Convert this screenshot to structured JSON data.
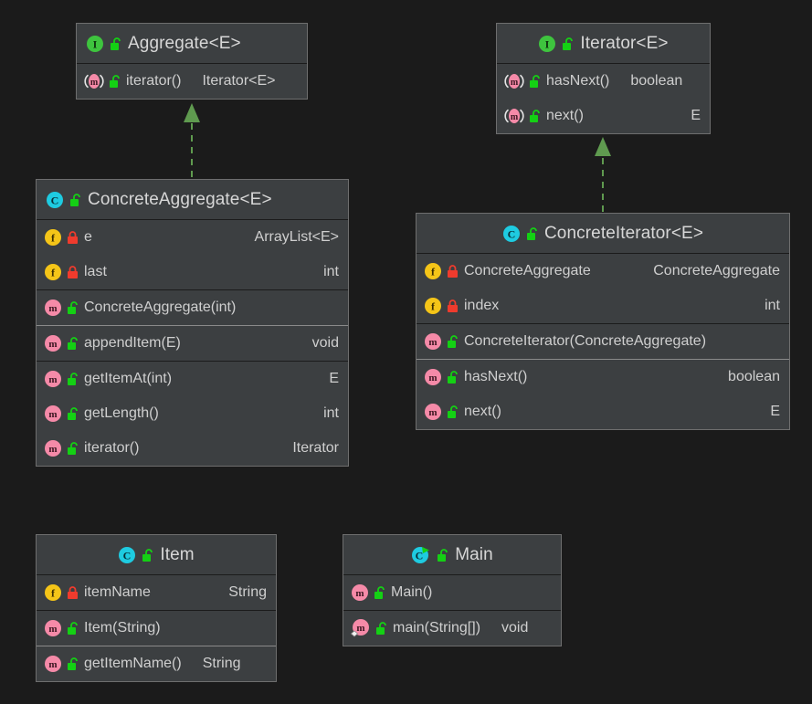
{
  "canvas": {
    "background": "#1b1b1b",
    "box_fill": "#3c3f41",
    "box_border": "#6e6e6e",
    "text_color": "#cfcfcf",
    "edge_color": "#5f9a4f",
    "interface_icon_color": "#3ec43e",
    "class_icon_color": "#1ecbe1",
    "field_icon_color": "#f5c518",
    "method_icon_color": "#f58aa8",
    "lock_private_color": "#ef3b2d",
    "lock_public_color": "#14d014"
  },
  "classes": [
    {
      "id": "aggregate",
      "name": "Aggregate<E>",
      "kind_icon": "interface-icon",
      "visibility_icon": "unlock-icon",
      "header_align": "left",
      "sections": [
        {
          "divider": "strong",
          "rows": [
            {
              "kind_icon": "abstract-method-icon",
              "visibility_icon": "unlock-icon",
              "member": "iterator()",
              "rtype": "Iterator<E>",
              "rtype_tight": true
            }
          ]
        }
      ]
    },
    {
      "id": "iterator",
      "name": "Iterator<E>",
      "kind_icon": "interface-icon",
      "visibility_icon": "unlock-icon",
      "header_align": "center",
      "sections": [
        {
          "divider": "strong",
          "rows": [
            {
              "kind_icon": "abstract-method-icon",
              "visibility_icon": "unlock-icon",
              "member": "hasNext()",
              "rtype": "boolean",
              "rtype_tight": true
            },
            {
              "kind_icon": "abstract-method-icon",
              "visibility_icon": "unlock-icon",
              "member": "next()",
              "rtype": "E",
              "rtype_tight": false
            }
          ]
        }
      ]
    },
    {
      "id": "concrete-aggregate",
      "name": "ConcreteAggregate<E>",
      "kind_icon": "class-icon",
      "visibility_icon": "unlock-icon",
      "header_align": "left",
      "sections": [
        {
          "divider": "strong",
          "rows": [
            {
              "kind_icon": "field-icon",
              "visibility_icon": "lock-icon",
              "member": "e",
              "rtype": "ArrayList<E>",
              "rtype_tight": false
            },
            {
              "kind_icon": "field-icon",
              "visibility_icon": "lock-icon",
              "member": "last",
              "rtype": "int",
              "rtype_tight": false
            }
          ]
        },
        {
          "divider": "thin",
          "rows": [
            {
              "kind_icon": "method-icon",
              "visibility_icon": "unlock-icon",
              "member": "ConcreteAggregate(int)",
              "rtype": "",
              "rtype_tight": false
            }
          ]
        },
        {
          "divider": "strong",
          "rows": [
            {
              "kind_icon": "method-icon",
              "visibility_icon": "unlock-icon",
              "member": "appendItem(E)",
              "rtype": "void",
              "rtype_tight": false
            }
          ]
        },
        {
          "divider": "none",
          "rows": [
            {
              "kind_icon": "method-icon",
              "visibility_icon": "unlock-icon",
              "member": "getItemAt(int)",
              "rtype": "E",
              "rtype_tight": false
            },
            {
              "kind_icon": "method-icon",
              "visibility_icon": "unlock-icon",
              "member": "getLength()",
              "rtype": "int",
              "rtype_tight": false
            },
            {
              "kind_icon": "method-icon",
              "visibility_icon": "unlock-icon",
              "member": "iterator()",
              "rtype": "Iterator",
              "rtype_tight": false
            }
          ]
        }
      ]
    },
    {
      "id": "concrete-iterator",
      "name": "ConcreteIterator<E>",
      "kind_icon": "class-icon",
      "visibility_icon": "unlock-icon",
      "header_align": "center",
      "sections": [
        {
          "divider": "strong",
          "rows": [
            {
              "kind_icon": "field-icon",
              "visibility_icon": "lock-icon",
              "member": "ConcreteAggregate",
              "rtype": "ConcreteAggregate",
              "rtype_tight": false
            },
            {
              "kind_icon": "field-icon",
              "visibility_icon": "lock-icon",
              "member": "index",
              "rtype": "int",
              "rtype_tight": false
            }
          ]
        },
        {
          "divider": "thin",
          "rows": [
            {
              "kind_icon": "method-icon",
              "visibility_icon": "unlock-icon",
              "member": "ConcreteIterator(ConcreteAggregate)",
              "rtype": "",
              "rtype_tight": false
            }
          ]
        },
        {
          "divider": "strong",
          "rows": [
            {
              "kind_icon": "method-icon",
              "visibility_icon": "unlock-icon",
              "member": "hasNext()",
              "rtype": "boolean",
              "rtype_tight": false
            },
            {
              "kind_icon": "method-icon",
              "visibility_icon": "unlock-icon",
              "member": "next()",
              "rtype": "E",
              "rtype_tight": false
            }
          ]
        }
      ]
    },
    {
      "id": "item",
      "name": "Item",
      "kind_icon": "class-icon",
      "visibility_icon": "unlock-icon",
      "header_align": "center",
      "sections": [
        {
          "divider": "strong",
          "rows": [
            {
              "kind_icon": "field-icon",
              "visibility_icon": "lock-icon",
              "member": "itemName",
              "rtype": "String",
              "rtype_tight": false
            }
          ]
        },
        {
          "divider": "thin",
          "rows": [
            {
              "kind_icon": "method-icon",
              "visibility_icon": "unlock-icon",
              "member": "Item(String)",
              "rtype": "",
              "rtype_tight": false
            }
          ]
        },
        {
          "divider": "none",
          "rows": [
            {
              "kind_icon": "method-icon",
              "visibility_icon": "unlock-icon",
              "member": "getItemName()",
              "rtype": "String",
              "rtype_tight": true
            }
          ]
        }
      ]
    },
    {
      "id": "main",
      "name": "Main",
      "kind_icon": "runnable-class-icon",
      "visibility_icon": "unlock-icon",
      "header_align": "center",
      "sections": [
        {
          "divider": "strong",
          "rows": [
            {
              "kind_icon": "method-icon",
              "visibility_icon": "unlock-icon",
              "member": "Main()",
              "rtype": "",
              "rtype_tight": false
            }
          ]
        },
        {
          "divider": "none",
          "rows": [
            {
              "kind_icon": "runnable-method-icon",
              "visibility_icon": "unlock-icon",
              "member": "main(String[])",
              "rtype": "void",
              "rtype_tight": true
            }
          ]
        }
      ]
    }
  ],
  "edges": [
    {
      "id": "edge-concrete-aggregate-to-aggregate",
      "type": "realization",
      "from": "concrete-aggregate",
      "to": "aggregate"
    },
    {
      "id": "edge-concrete-iterator-to-iterator",
      "type": "realization",
      "from": "concrete-iterator",
      "to": "iterator"
    }
  ]
}
